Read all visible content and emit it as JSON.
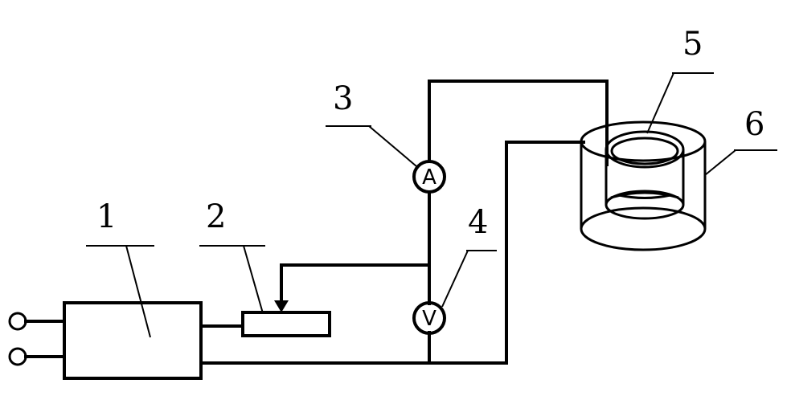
{
  "labels": {
    "power_supply": "1",
    "rheostat": "2",
    "ammeter": "3",
    "voltmeter": "4",
    "inner_cup": "5",
    "outer_vessel": "6"
  },
  "meters": {
    "ammeter_symbol": "A",
    "voltmeter_symbol": "V"
  }
}
